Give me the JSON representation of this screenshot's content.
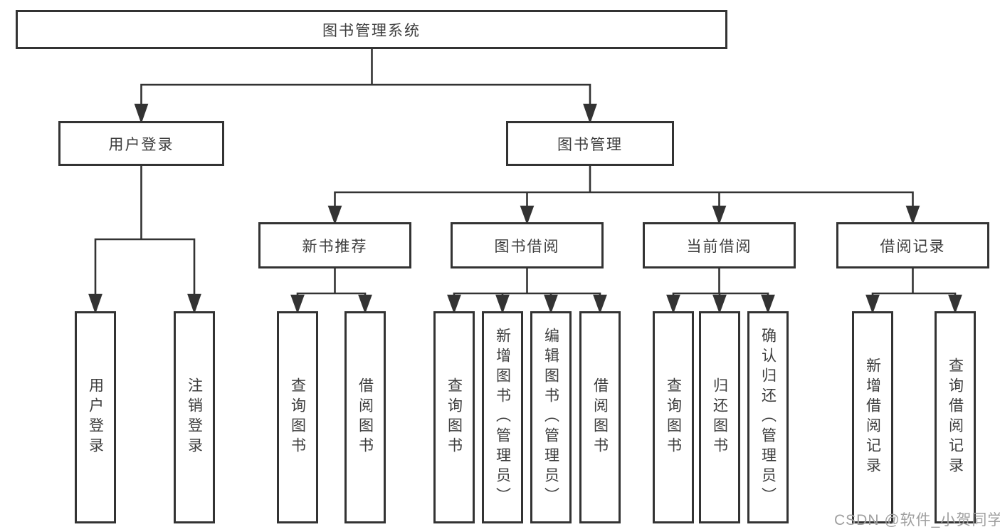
{
  "tree": {
    "root": {
      "label": "图书管理系统"
    },
    "branches": [
      {
        "label": "用户登录",
        "children": [
          {
            "label": "用户登录"
          },
          {
            "label": "注销登录"
          }
        ]
      },
      {
        "label": "图书管理",
        "children": [
          {
            "label": "新书推荐",
            "children": [
              {
                "label": "查询图书"
              },
              {
                "label": "借阅图书"
              }
            ]
          },
          {
            "label": "图书借阅",
            "children": [
              {
                "label": "查询图书"
              },
              {
                "label": "新增图书（管理员）"
              },
              {
                "label": "编辑图书（管理员）"
              },
              {
                "label": "借阅图书"
              }
            ]
          },
          {
            "label": "当前借阅",
            "children": [
              {
                "label": "查询图书"
              },
              {
                "label": "归还图书"
              },
              {
                "label": "确认归还（管理员）"
              }
            ]
          },
          {
            "label": "借阅记录",
            "children": [
              {
                "label": "新增借阅记录"
              },
              {
                "label": "查询借阅记录"
              }
            ]
          }
        ]
      }
    ]
  },
  "watermark": {
    "text": "CSDN @软件_小贺同学"
  },
  "colors": {
    "line": "#333333",
    "box_border": "#333333",
    "box_background": "#ffffff",
    "text": "#3d3d3d",
    "watermark": "#9f9f9f",
    "page_background": "#ffffff"
  }
}
